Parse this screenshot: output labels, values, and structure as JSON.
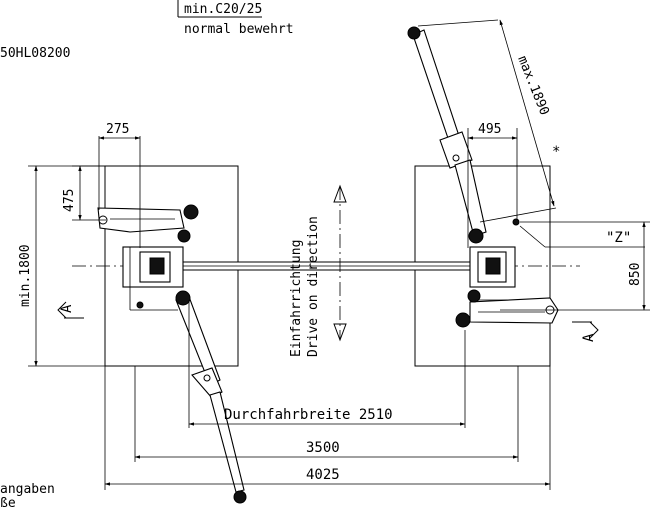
{
  "labels": {
    "concrete_grade": "min.C20/25",
    "concrete_type": "normal bewehrt",
    "model_code": "50HL08200",
    "max_reach": "max.1890",
    "asterisk": "*",
    "detail_z": "\"Z\"",
    "section_a_left": "A",
    "section_a_right": "A",
    "direction_de": "Einfahrrichtung",
    "direction_en": "Drive on direction",
    "footnote_line1": "angaben",
    "footnote_line2": "ße"
  },
  "dimensions": {
    "d275": "275",
    "d475": "475",
    "d495": "495",
    "d850": "850",
    "min1800": "min.1800",
    "drive_through": "Durchfahrbreite 2510",
    "d3500": "3500",
    "d4025": "4025"
  }
}
